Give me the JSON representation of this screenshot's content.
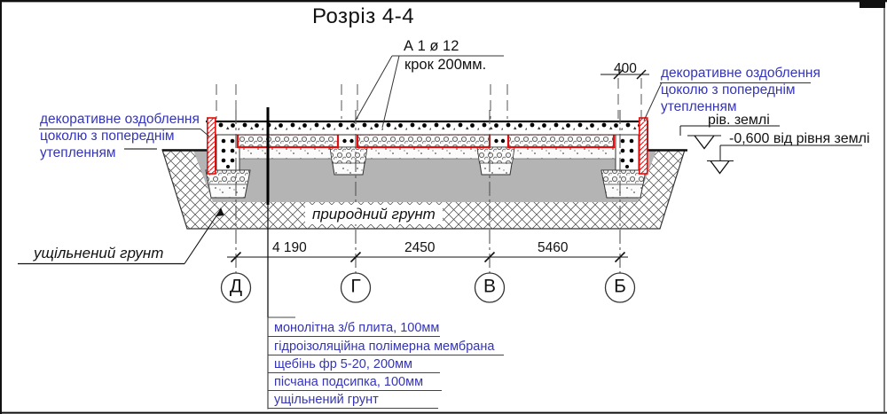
{
  "title": "Розріз 4-4",
  "colors": {
    "accent_red": "#e60d0d",
    "annotation_blue": "#3434b8",
    "soil_gray": "#b4b4b4"
  },
  "annotations": {
    "rebar_callout": {
      "line1": "А 1 ø 12",
      "line2": "крок 200мм."
    },
    "plinth_left": {
      "line1": "декоративне оздоблення",
      "line2": "цоколю з попереднім",
      "line3": "утепленням"
    },
    "plinth_right": {
      "line1": "декоративне оздоблення",
      "line2": "цоколю з попереднім",
      "line3": "утепленням"
    },
    "ground_level": "рів. землі",
    "depth_mark": "-0,600 від рівня землі",
    "natural_soil": "природний грунт",
    "compacted_soil": "ущільнений грунт"
  },
  "dimensions": {
    "span1": "4 190",
    "span2": "2450",
    "span3": "5460",
    "edge": "400"
  },
  "axes": [
    {
      "label": "Д"
    },
    {
      "label": "Г"
    },
    {
      "label": "В"
    },
    {
      "label": "Б"
    }
  ],
  "layers_list": {
    "items": [
      "монолітна з/б плита, 100мм",
      "гідроізоляційна полімерна мембрана",
      "щебінь фр 5-20, 200мм",
      "пісчана подсипка, 100мм",
      "ущільнений грунт"
    ]
  }
}
